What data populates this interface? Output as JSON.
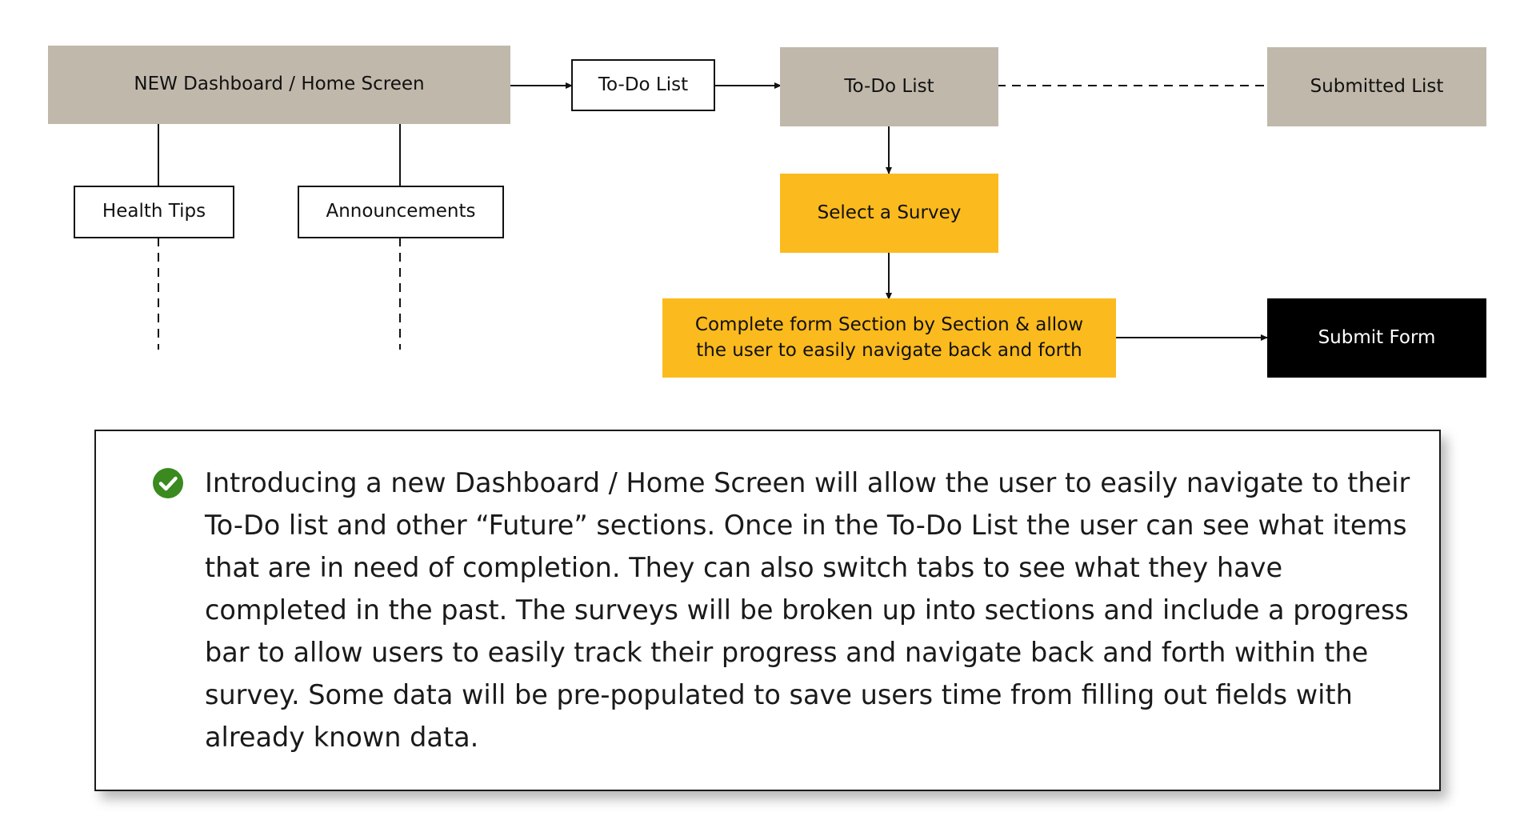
{
  "diagram": {
    "nodes": {
      "dashboard": "NEW Dashboard / Home Screen",
      "todo_small": "To-Do List",
      "todo_main": "To-Do List",
      "submitted": "Submitted List",
      "health_tips": "Health Tips",
      "announcements": "Announcements",
      "select_survey": "Select a Survey",
      "complete_form": "Complete form Section by Section & allow the user to easily navigate back and forth",
      "submit_form": "Submit Form"
    },
    "colors": {
      "tan": "#c0b8ab",
      "yellow": "#fbba1e",
      "black": "#000000",
      "line": "#111111"
    }
  },
  "note": {
    "icon": "check-circle-icon",
    "icon_color": "#3a8a1f",
    "text": "Introducing a new Dashboard / Home Screen will allow the user to easily navigate to their To-Do list and other “Future” sections. Once in the To-Do List the user can see what items that are in need of completion. They can also switch tabs to see what they have completed in the past. The surveys will be broken up into sections and include a progress bar to allow users to easily track their progress and navigate back and forth within the survey. Some data will be pre-populated to save users time from filling out fields with already known data."
  }
}
